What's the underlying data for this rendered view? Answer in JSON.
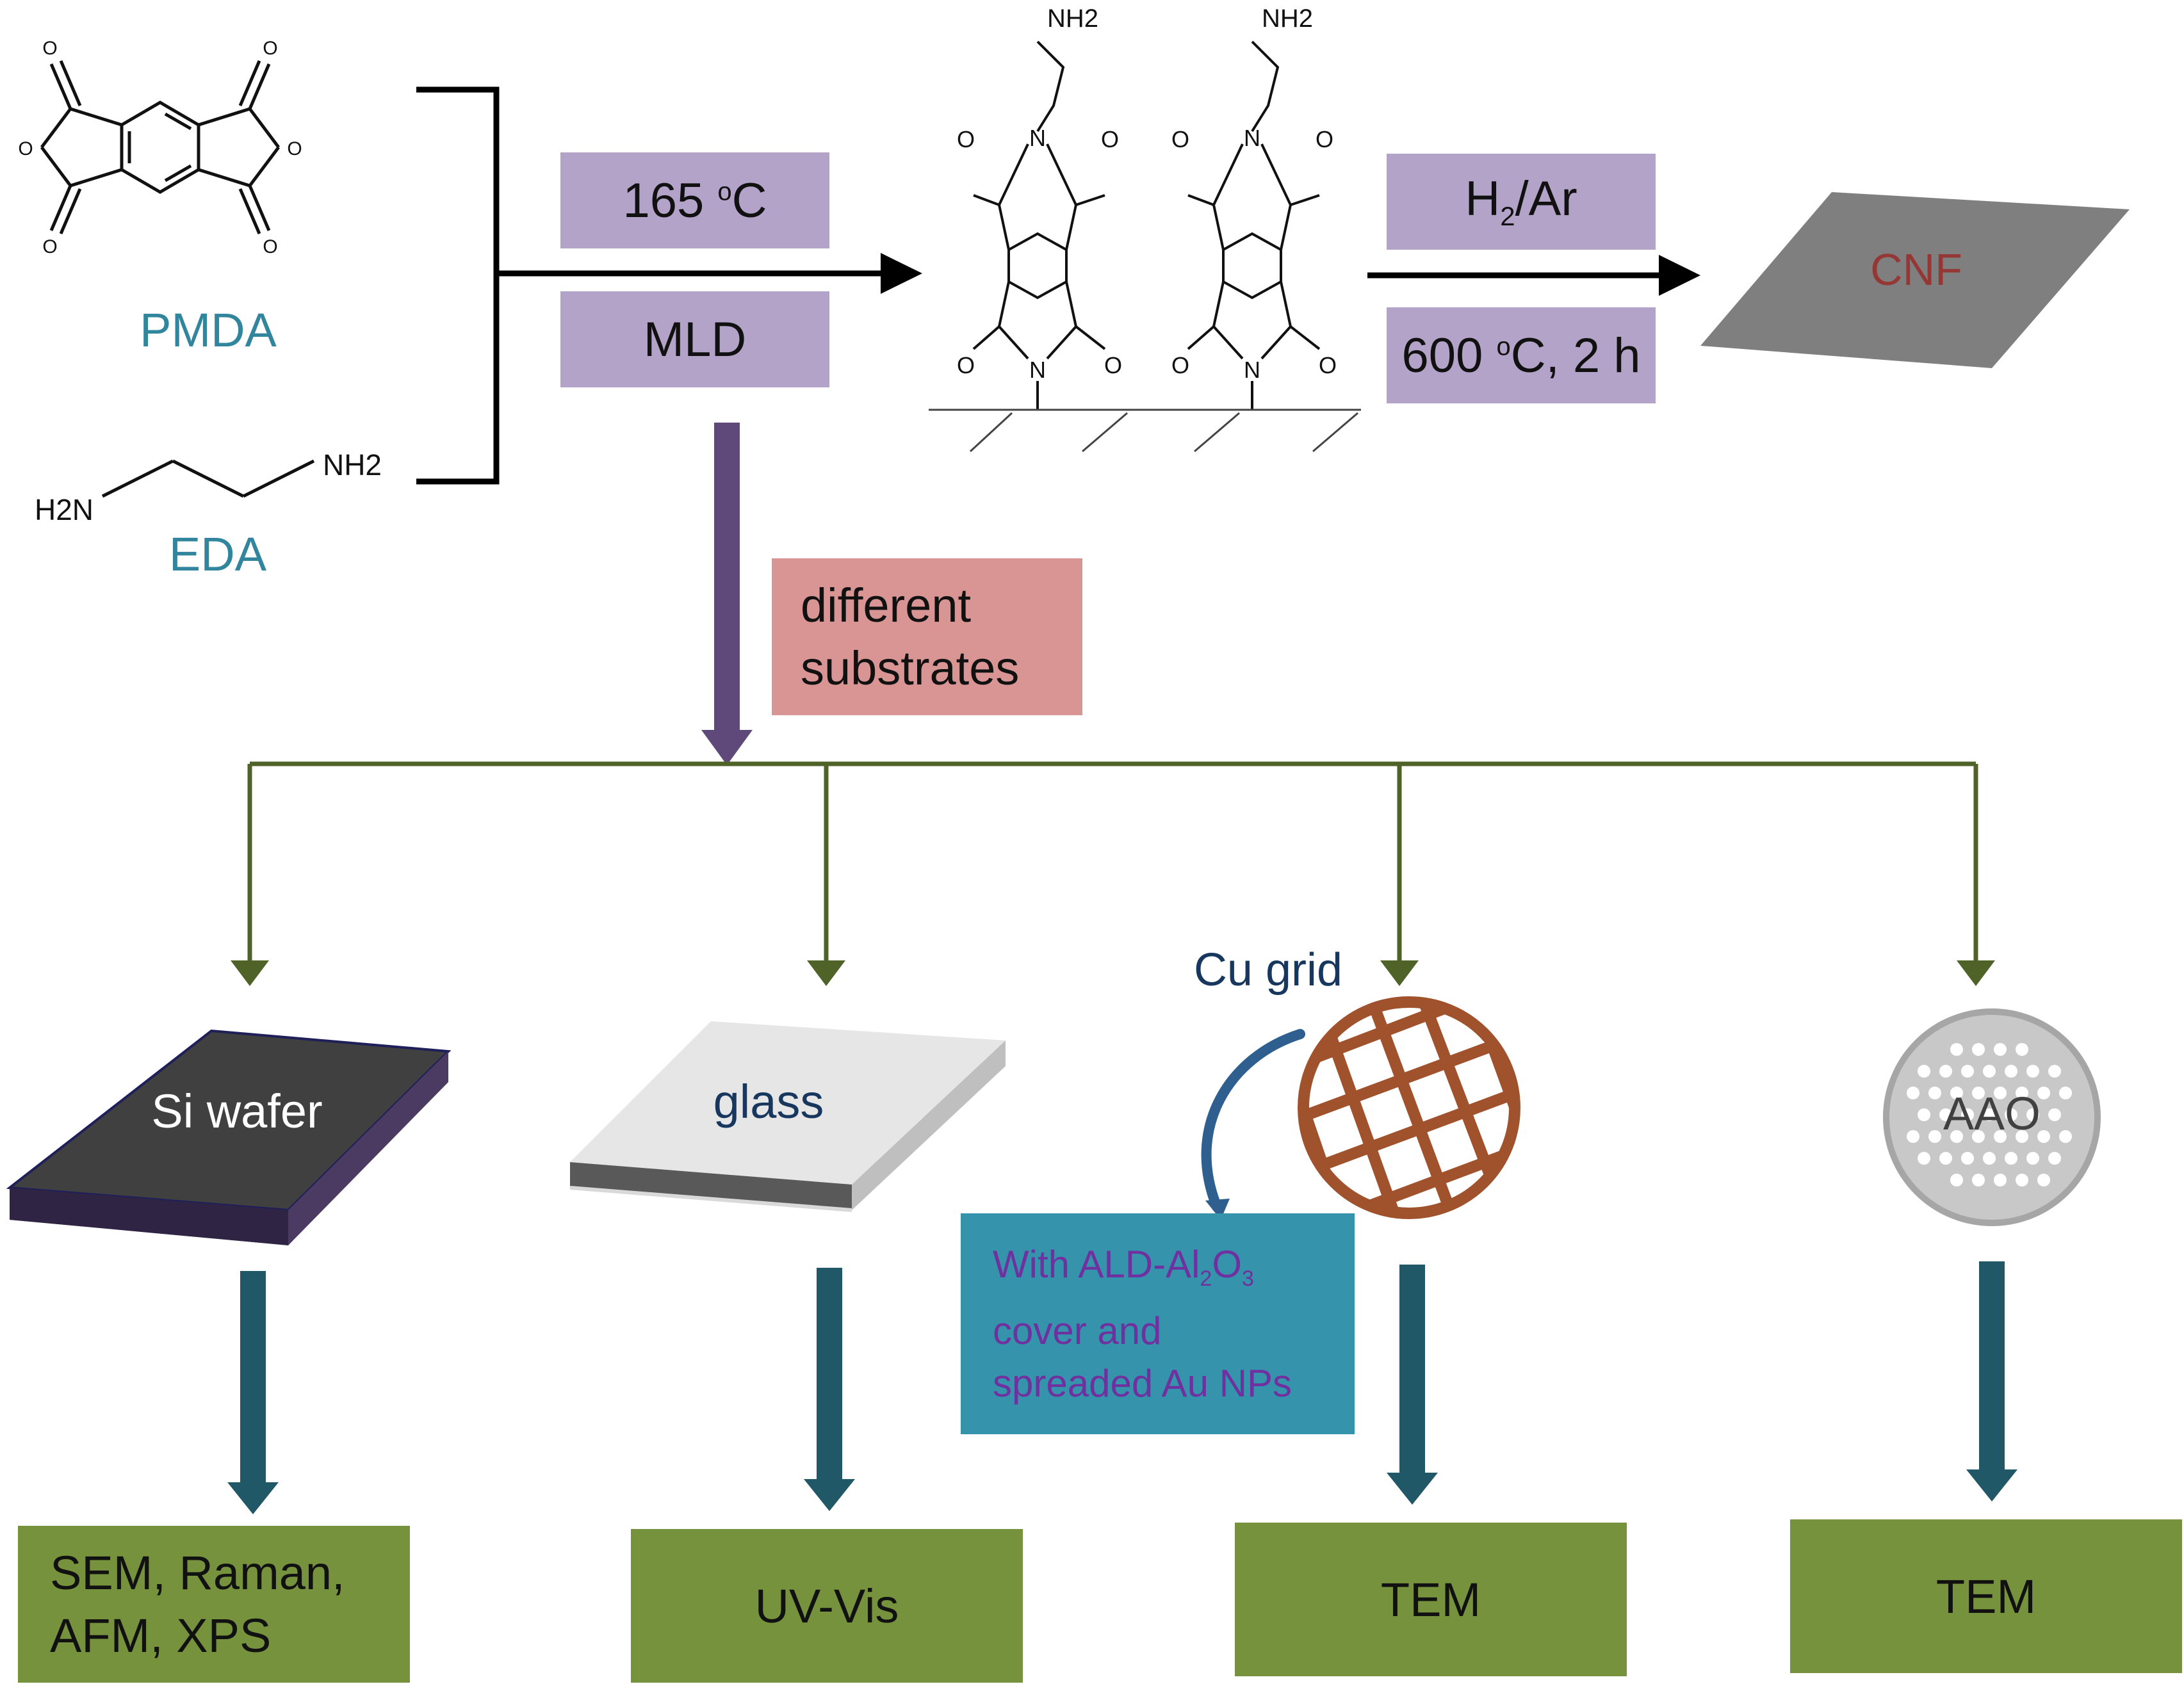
{
  "reactants": {
    "pmda_label": "PMDA",
    "eda_label": "EDA",
    "atom_o": "O",
    "atom_n": "N",
    "atom_nh2": "NH2",
    "atom_h2n": "H2N"
  },
  "conditions": {
    "temp_prefix": "165 ",
    "temp_sup": "o",
    "temp_unit": "C",
    "method": "MLD"
  },
  "pyrolysis": {
    "gas_h": "H",
    "gas_sub": "2",
    "gas_rest": "/Ar",
    "temp_prefix": "600 ",
    "temp_sup": "o",
    "temp_rest": "C, 2 h"
  },
  "product": {
    "label": "CNF"
  },
  "substrates_note": {
    "line1": "different",
    "line2": "substrates"
  },
  "substrates": [
    {
      "label": "Si wafer",
      "analysis": [
        "SEM, Raman,",
        "AFM, XPS"
      ]
    },
    {
      "label": "glass",
      "analysis": [
        "UV-Vis"
      ]
    },
    {
      "label": "Cu grid",
      "analysis": [
        "TEM"
      ]
    },
    {
      "label": "AAO",
      "analysis": [
        "TEM"
      ]
    }
  ],
  "cu_grid_note": {
    "line1_prefix": "With ALD-Al",
    "line1_sub1": "2",
    "line1_mid": "O",
    "line1_sub2": "3",
    "line2": "cover and",
    "line3": "spreaded Au NPs"
  },
  "colors": {
    "purple_box": "#b3a3c9",
    "green_box": "#76923c",
    "pink_box": "#d99594",
    "teal_box": "#3593ab",
    "branch_arrow": "#4f6228",
    "analysis_arrow": "#215868",
    "main_arrow": "#5f497a",
    "cnf_sheet": "#7f7f7f",
    "cnf_text": "#953735",
    "cu_grid": "#a0522d",
    "note_text": "#7030a0"
  }
}
